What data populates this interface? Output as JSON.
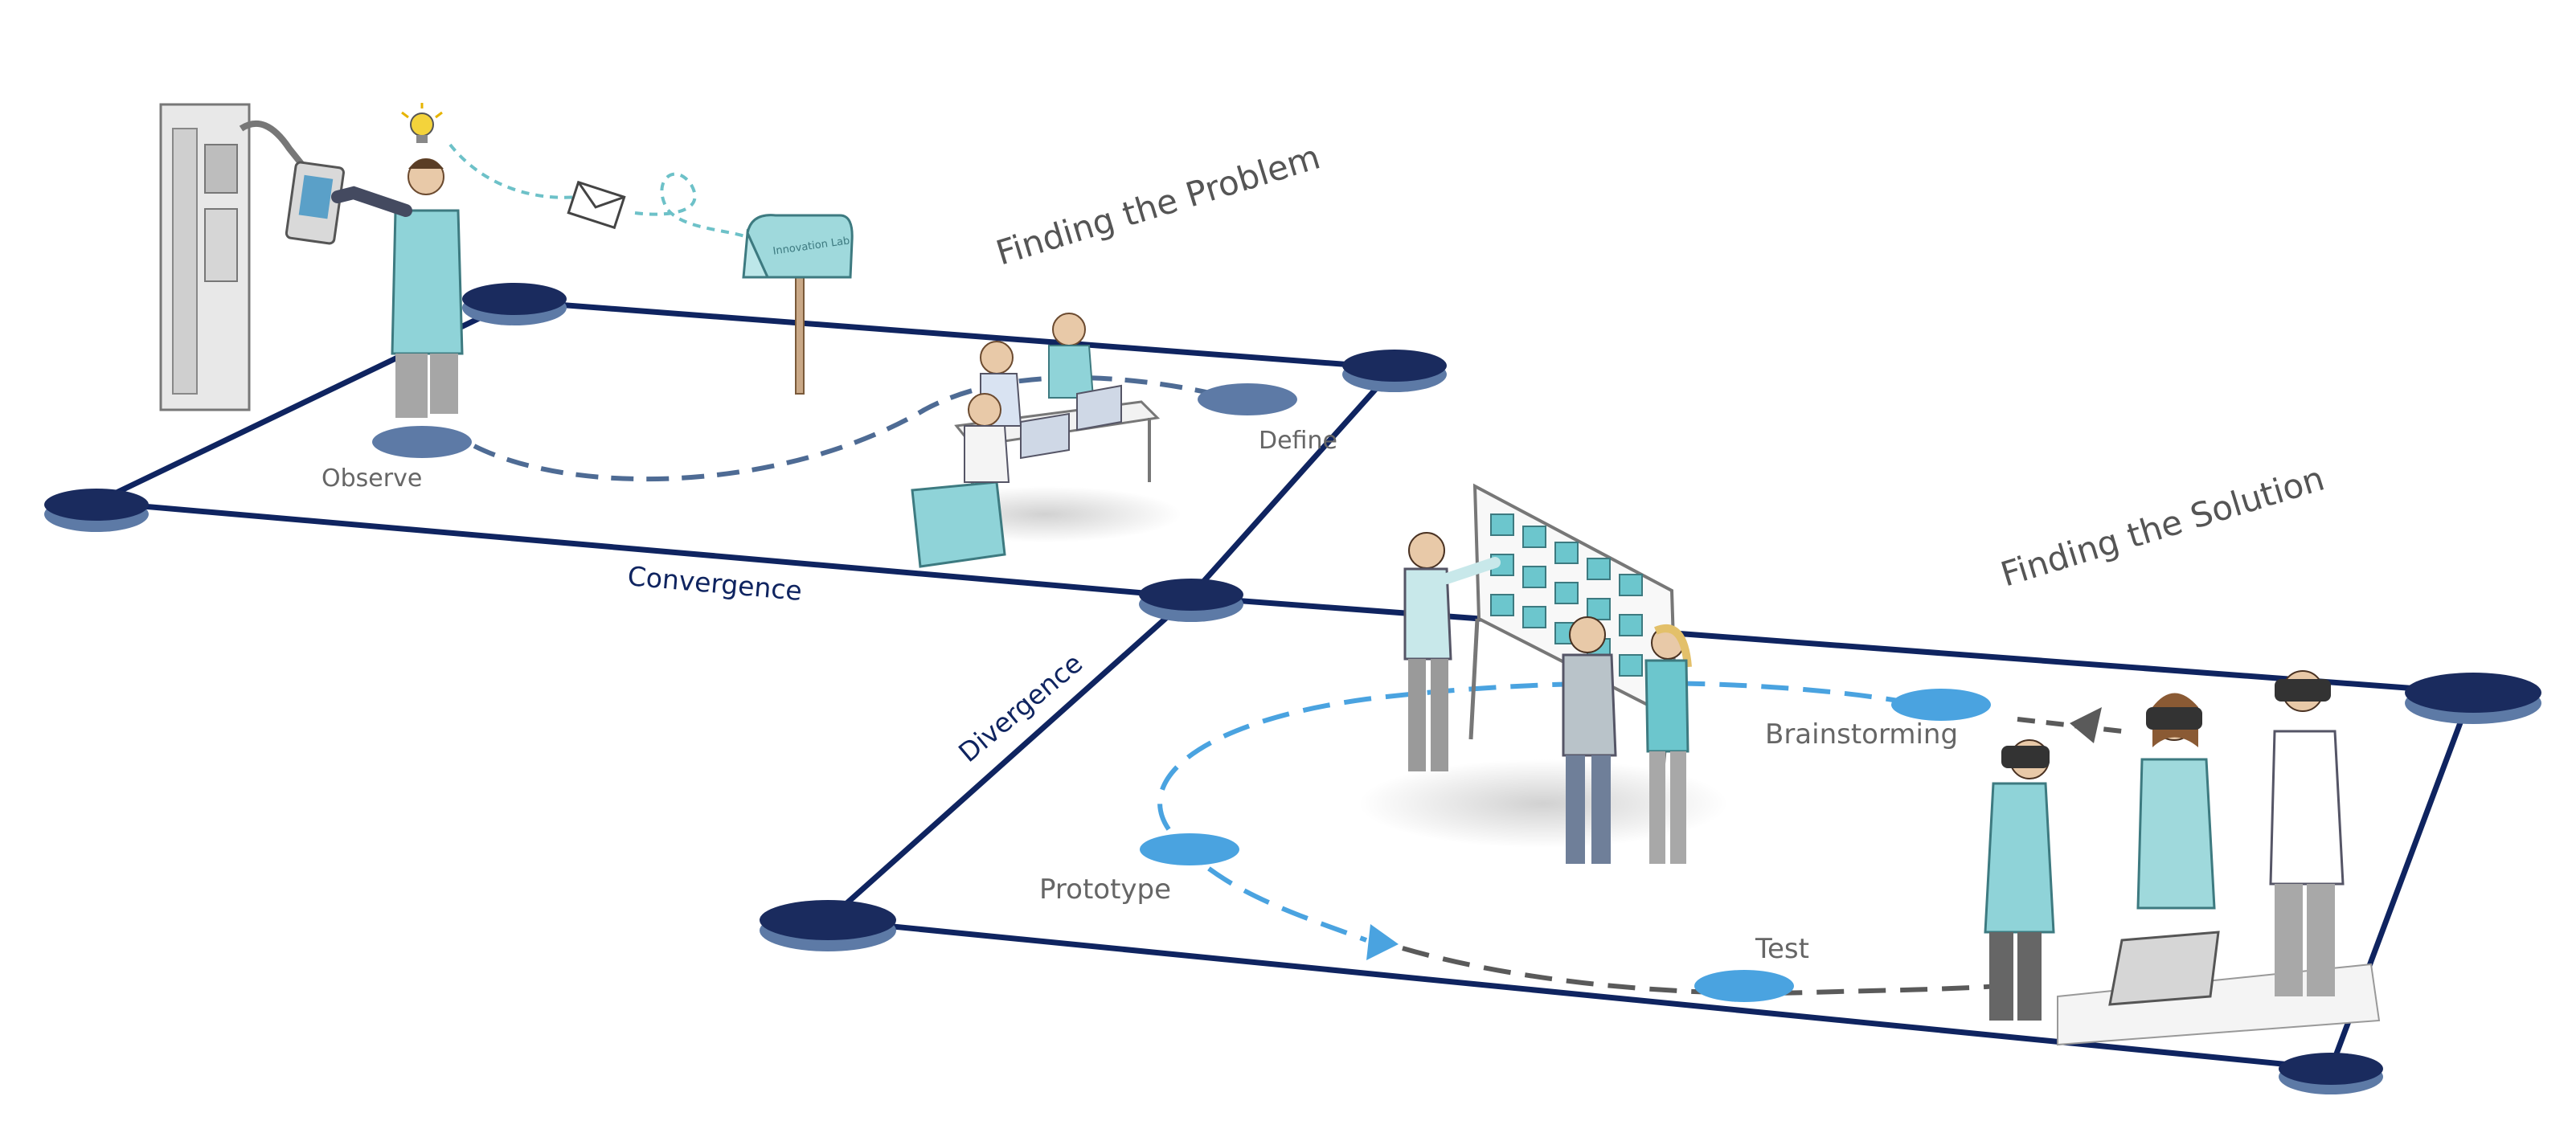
{
  "headings": {
    "problem": "Finding the Problem",
    "solution": "Finding the Solution"
  },
  "edges": {
    "convergence": "Convergence",
    "divergence": "Divergence"
  },
  "steps": {
    "observe": "Observe",
    "define": "Define",
    "brainstorming": "Brainstorming",
    "prototype": "Prototype",
    "test": "Test"
  },
  "mailbox_text": "Innovation Lab",
  "colors": {
    "frame": "#0f2460",
    "node_top": "#1a2b5e",
    "node_side": "#5d7aa6",
    "step_dark": "#5d7aa6",
    "step_light": "#4aa3e0",
    "path_problem": "#4e6b94",
    "path_solution": "#4aa3e0",
    "path_test": "#5a5a5a",
    "mail_path": "#6dc1c8",
    "label_text": "#666666",
    "edge_text": "#0f2460"
  }
}
